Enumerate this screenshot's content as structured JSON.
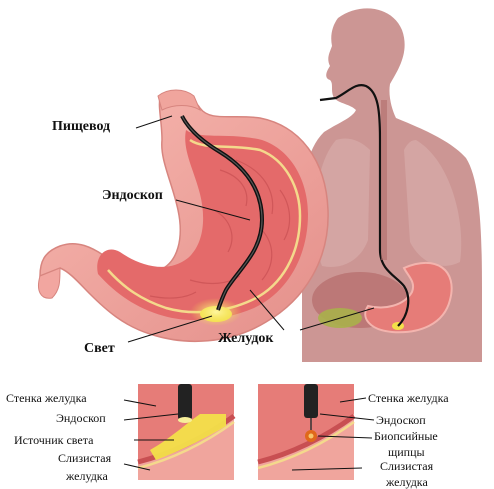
{
  "main_labels": {
    "esophagus": "Пищевод",
    "endoscope": "Эндоскоп",
    "light": "Свет",
    "stomach": "Желудок"
  },
  "inset_left": {
    "wall": "Стенка желудка",
    "endoscope": "Эндоскоп",
    "light_source": "Источник света",
    "mucosa_line1": "Слизистая",
    "mucosa_line2": "желудка"
  },
  "inset_right": {
    "wall": "Стенка желудка",
    "endoscope": "Эндоскоп",
    "forceps_line1": "Биопсийные",
    "forceps_line2": "щипцы",
    "mucosa_line1": "Слизистая",
    "mucosa_line2": "желудка"
  },
  "colors": {
    "body_silhouette": "#c9908e",
    "stomach_outer": "#f2a6a0",
    "stomach_inner": "#e46a6a",
    "mucosa_line": "#f4d98c",
    "light_glow": "#f3e04a",
    "endoscope": "#111111"
  }
}
